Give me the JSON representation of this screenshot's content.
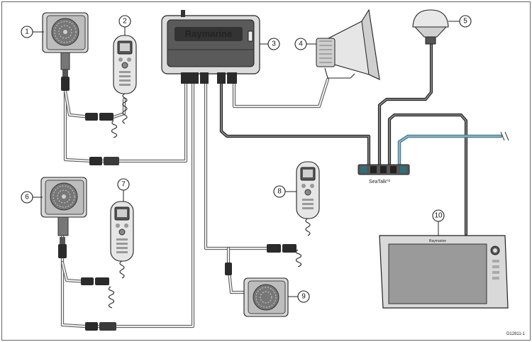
{
  "diagram": {
    "brand_label": "Raymarine",
    "seatalk_label": "SeaTalk",
    "seatalk_superscript": "ng",
    "display_brand": "Raymarine",
    "figure_id": "D12811-1",
    "colors": {
      "seatalk_blue": "#4d7f95",
      "cable_grey": "#555555",
      "backbone_dark": "#2a2a2a",
      "connector_teal": "#2e6f78"
    },
    "callouts": [
      "1",
      "2",
      "3",
      "4",
      "5",
      "6",
      "7",
      "8",
      "9",
      "10"
    ]
  }
}
